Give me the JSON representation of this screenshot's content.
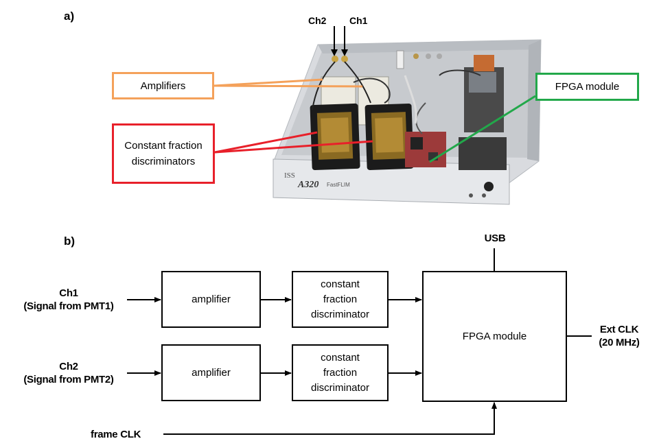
{
  "panel_a": {
    "label": "a)",
    "ch2": "Ch2",
    "ch1": "Ch1",
    "device_brand": "ISS",
    "device_model": "A320",
    "device_subtitle": "FastFLIM",
    "callouts": {
      "amplifiers": "Amplifiers",
      "cfd": "Constant fraction discriminators",
      "fpga": "FPGA module"
    },
    "colors": {
      "amplifiers": "#f4a15a",
      "cfd": "#e8202a",
      "fpga": "#22a84a"
    }
  },
  "panel_b": {
    "label": "b)",
    "usb": "USB",
    "ch1_line1": "Ch1",
    "ch1_line2": "(Signal from PMT1)",
    "ch2_line1": "Ch2",
    "ch2_line2": "(Signal from PMT2)",
    "amp1": "amplifier",
    "amp2": "amplifier",
    "cfd1": "constant fraction discriminator",
    "cfd2": "constant fraction discriminator",
    "fpga": "FPGA module",
    "extclk_line1": "Ext CLK",
    "extclk_line2": "(20 MHz)",
    "frame_clk": "frame CLK"
  }
}
